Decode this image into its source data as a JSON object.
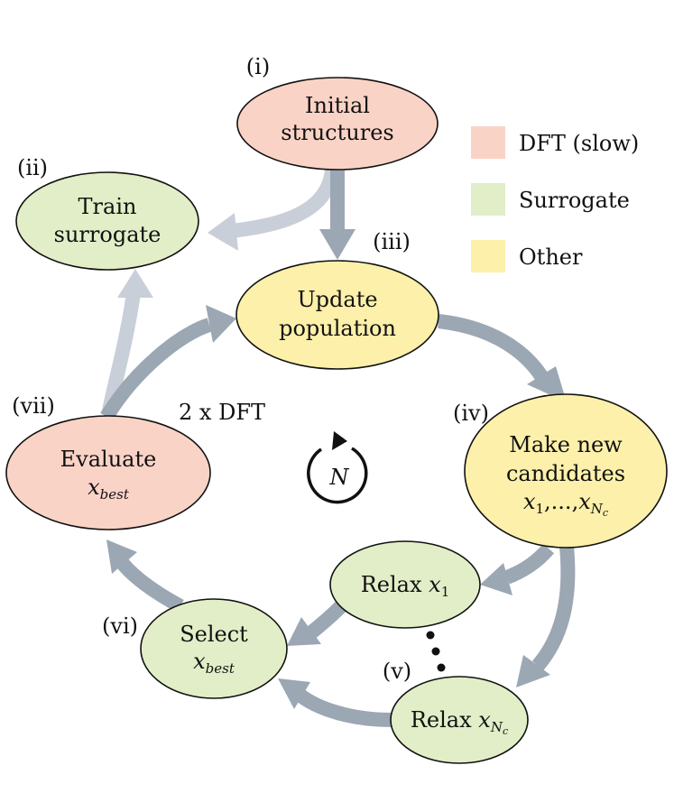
{
  "colors": {
    "dft": "#FAD3C7",
    "surrogate": "#E1EEC7",
    "other": "#FCF0AA",
    "arrow_main": "#9CA7B4",
    "arrow_light": "#C9CFD8",
    "stroke": "#111111"
  },
  "legend": {
    "dft": "DFT (slow)",
    "surrogate": "Surrogate",
    "other": "Other"
  },
  "steps": {
    "i": {
      "tag": "(i)",
      "line1": "Initial",
      "line2": "structures"
    },
    "ii": {
      "tag": "(ii)",
      "line1": "Train",
      "line2": "surrogate"
    },
    "iii": {
      "tag": "(iii)",
      "line1": "Update",
      "line2": "population"
    },
    "iv": {
      "tag": "(iv)",
      "line1": "Make new",
      "line2": "candidates",
      "line3_math": "x1,...,xNc"
    },
    "v": {
      "tag": "(v)",
      "relax_first": "Relax x1",
      "relax_last": "Relax xNc"
    },
    "vi": {
      "tag": "(vi)",
      "line1": "Select",
      "line2_math": "xbest"
    },
    "vii": {
      "tag": "(vii)",
      "line1": "Evaluate",
      "line2_math": "xbest"
    }
  },
  "annotations": {
    "dft_count": "2 x DFT",
    "loop_symbol": "N"
  }
}
